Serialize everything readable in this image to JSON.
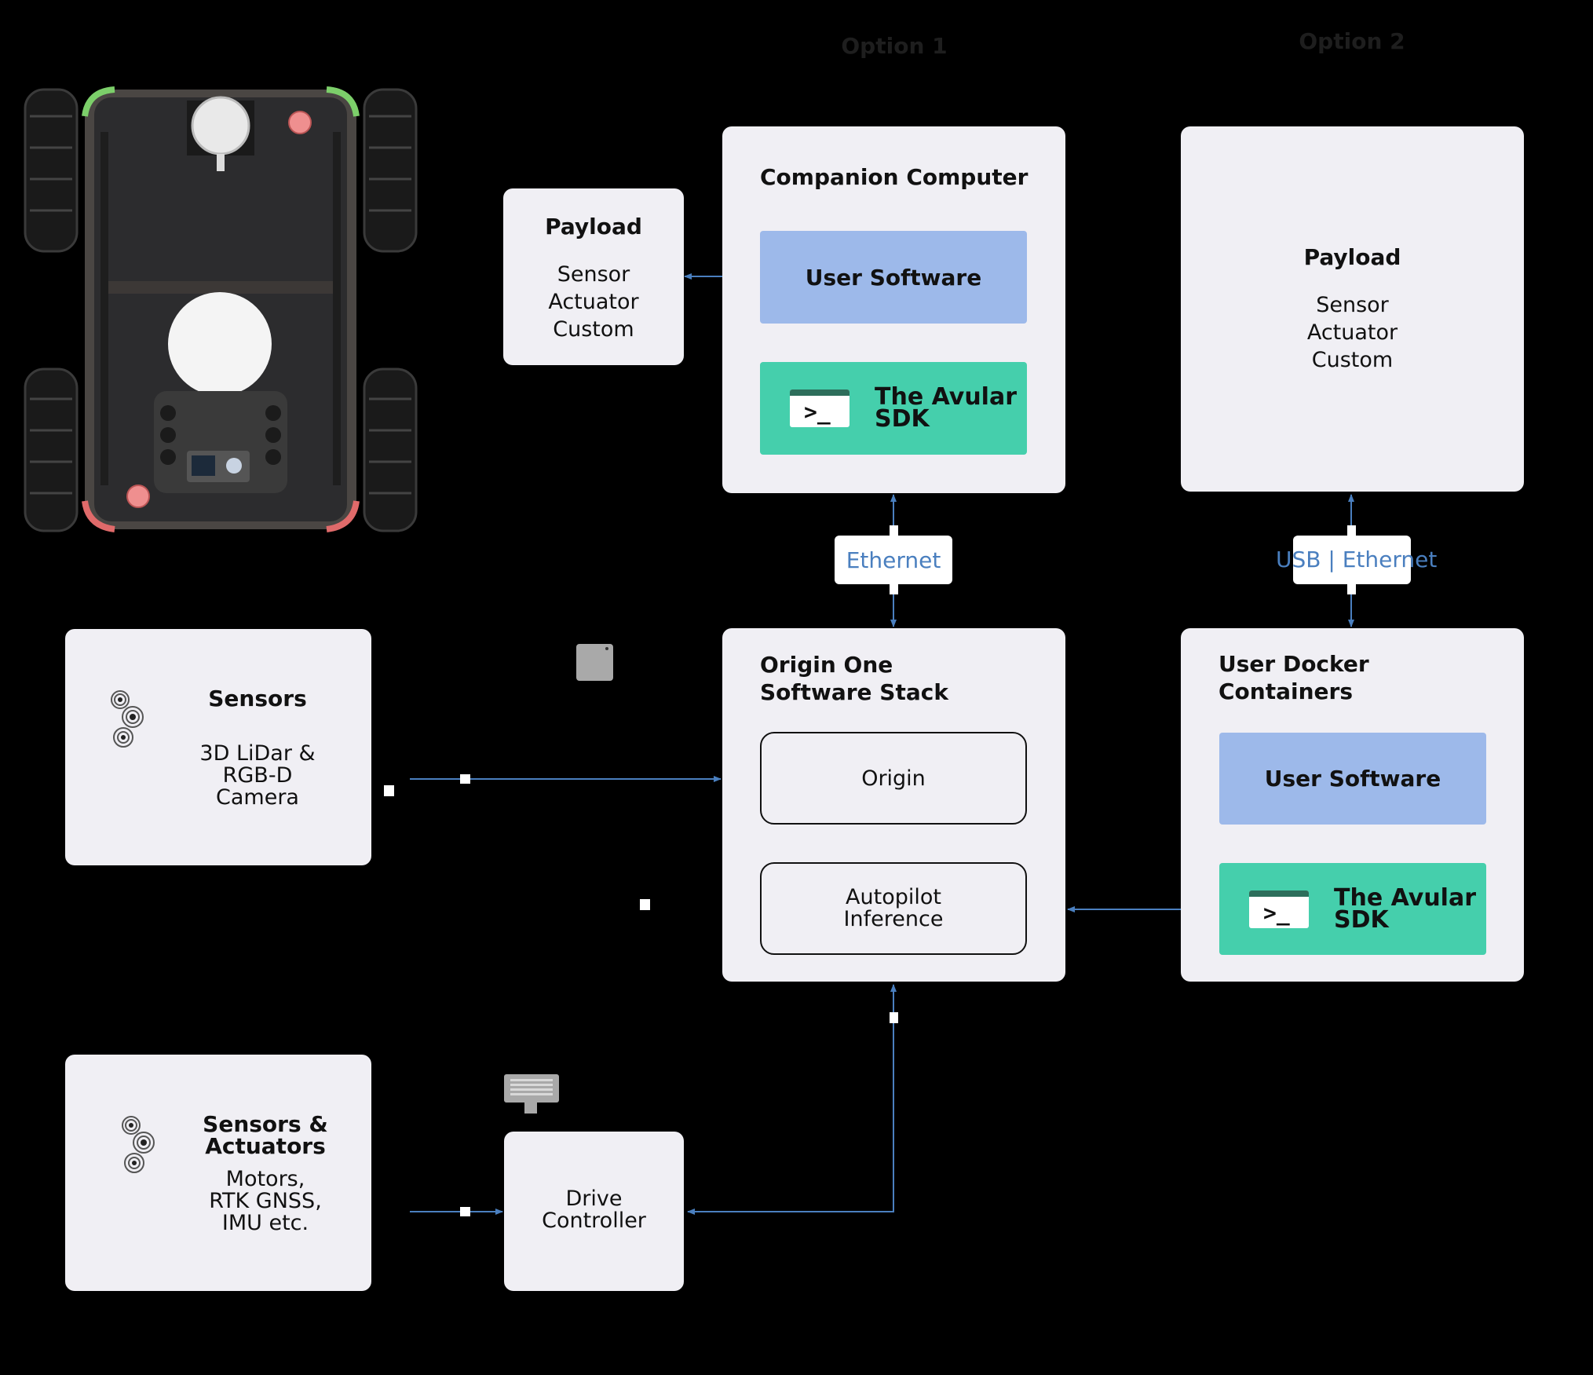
{
  "options": {
    "option1": "Option 1",
    "option2": "Option 2"
  },
  "payload_left": {
    "title": "Payload",
    "line1": "Sensor",
    "line2": "Actuator",
    "line3": "Custom"
  },
  "companion": {
    "title": "Companion Computer",
    "user_software": "User Software",
    "sdk_line1": "The Avular",
    "sdk_line2": "SDK"
  },
  "payload_right": {
    "title": "Payload",
    "line1": "Sensor",
    "line2": "Actuator",
    "line3": "Custom"
  },
  "links": {
    "ethernet": "Ethernet",
    "usb_ethernet": "USB | Ethernet"
  },
  "sensors": {
    "title": "Sensors",
    "line1": "3D LiDar &",
    "line2": "RGB-D",
    "line3": "Camera"
  },
  "stack": {
    "title_line1": "Origin One",
    "title_line2": "Software Stack",
    "origin": "Origin",
    "autopilot_line1": "Autopilot",
    "autopilot_line2": "Inference"
  },
  "docker": {
    "title_line1": "User Docker",
    "title_line2": "Containers",
    "user_software": "User Software",
    "sdk_line1": "The Avular",
    "sdk_line2": "SDK"
  },
  "sensors_actuators": {
    "title_line1": "Sensors &",
    "title_line2": "Actuators",
    "line1": "Motors,",
    "line2": "RTK GNSS,",
    "line3": "IMU etc."
  },
  "drive": {
    "line1": "Drive",
    "line2": "Controller"
  },
  "colors": {
    "background": "#000000",
    "card": "#f0eff4",
    "user_software": "#9db9ea",
    "sdk": "#45cfac",
    "connector": "#4a7fbf"
  },
  "icons": {
    "terminal": "terminal-icon",
    "sensor": "sensor-icon",
    "robot": "robot-topview-image"
  }
}
